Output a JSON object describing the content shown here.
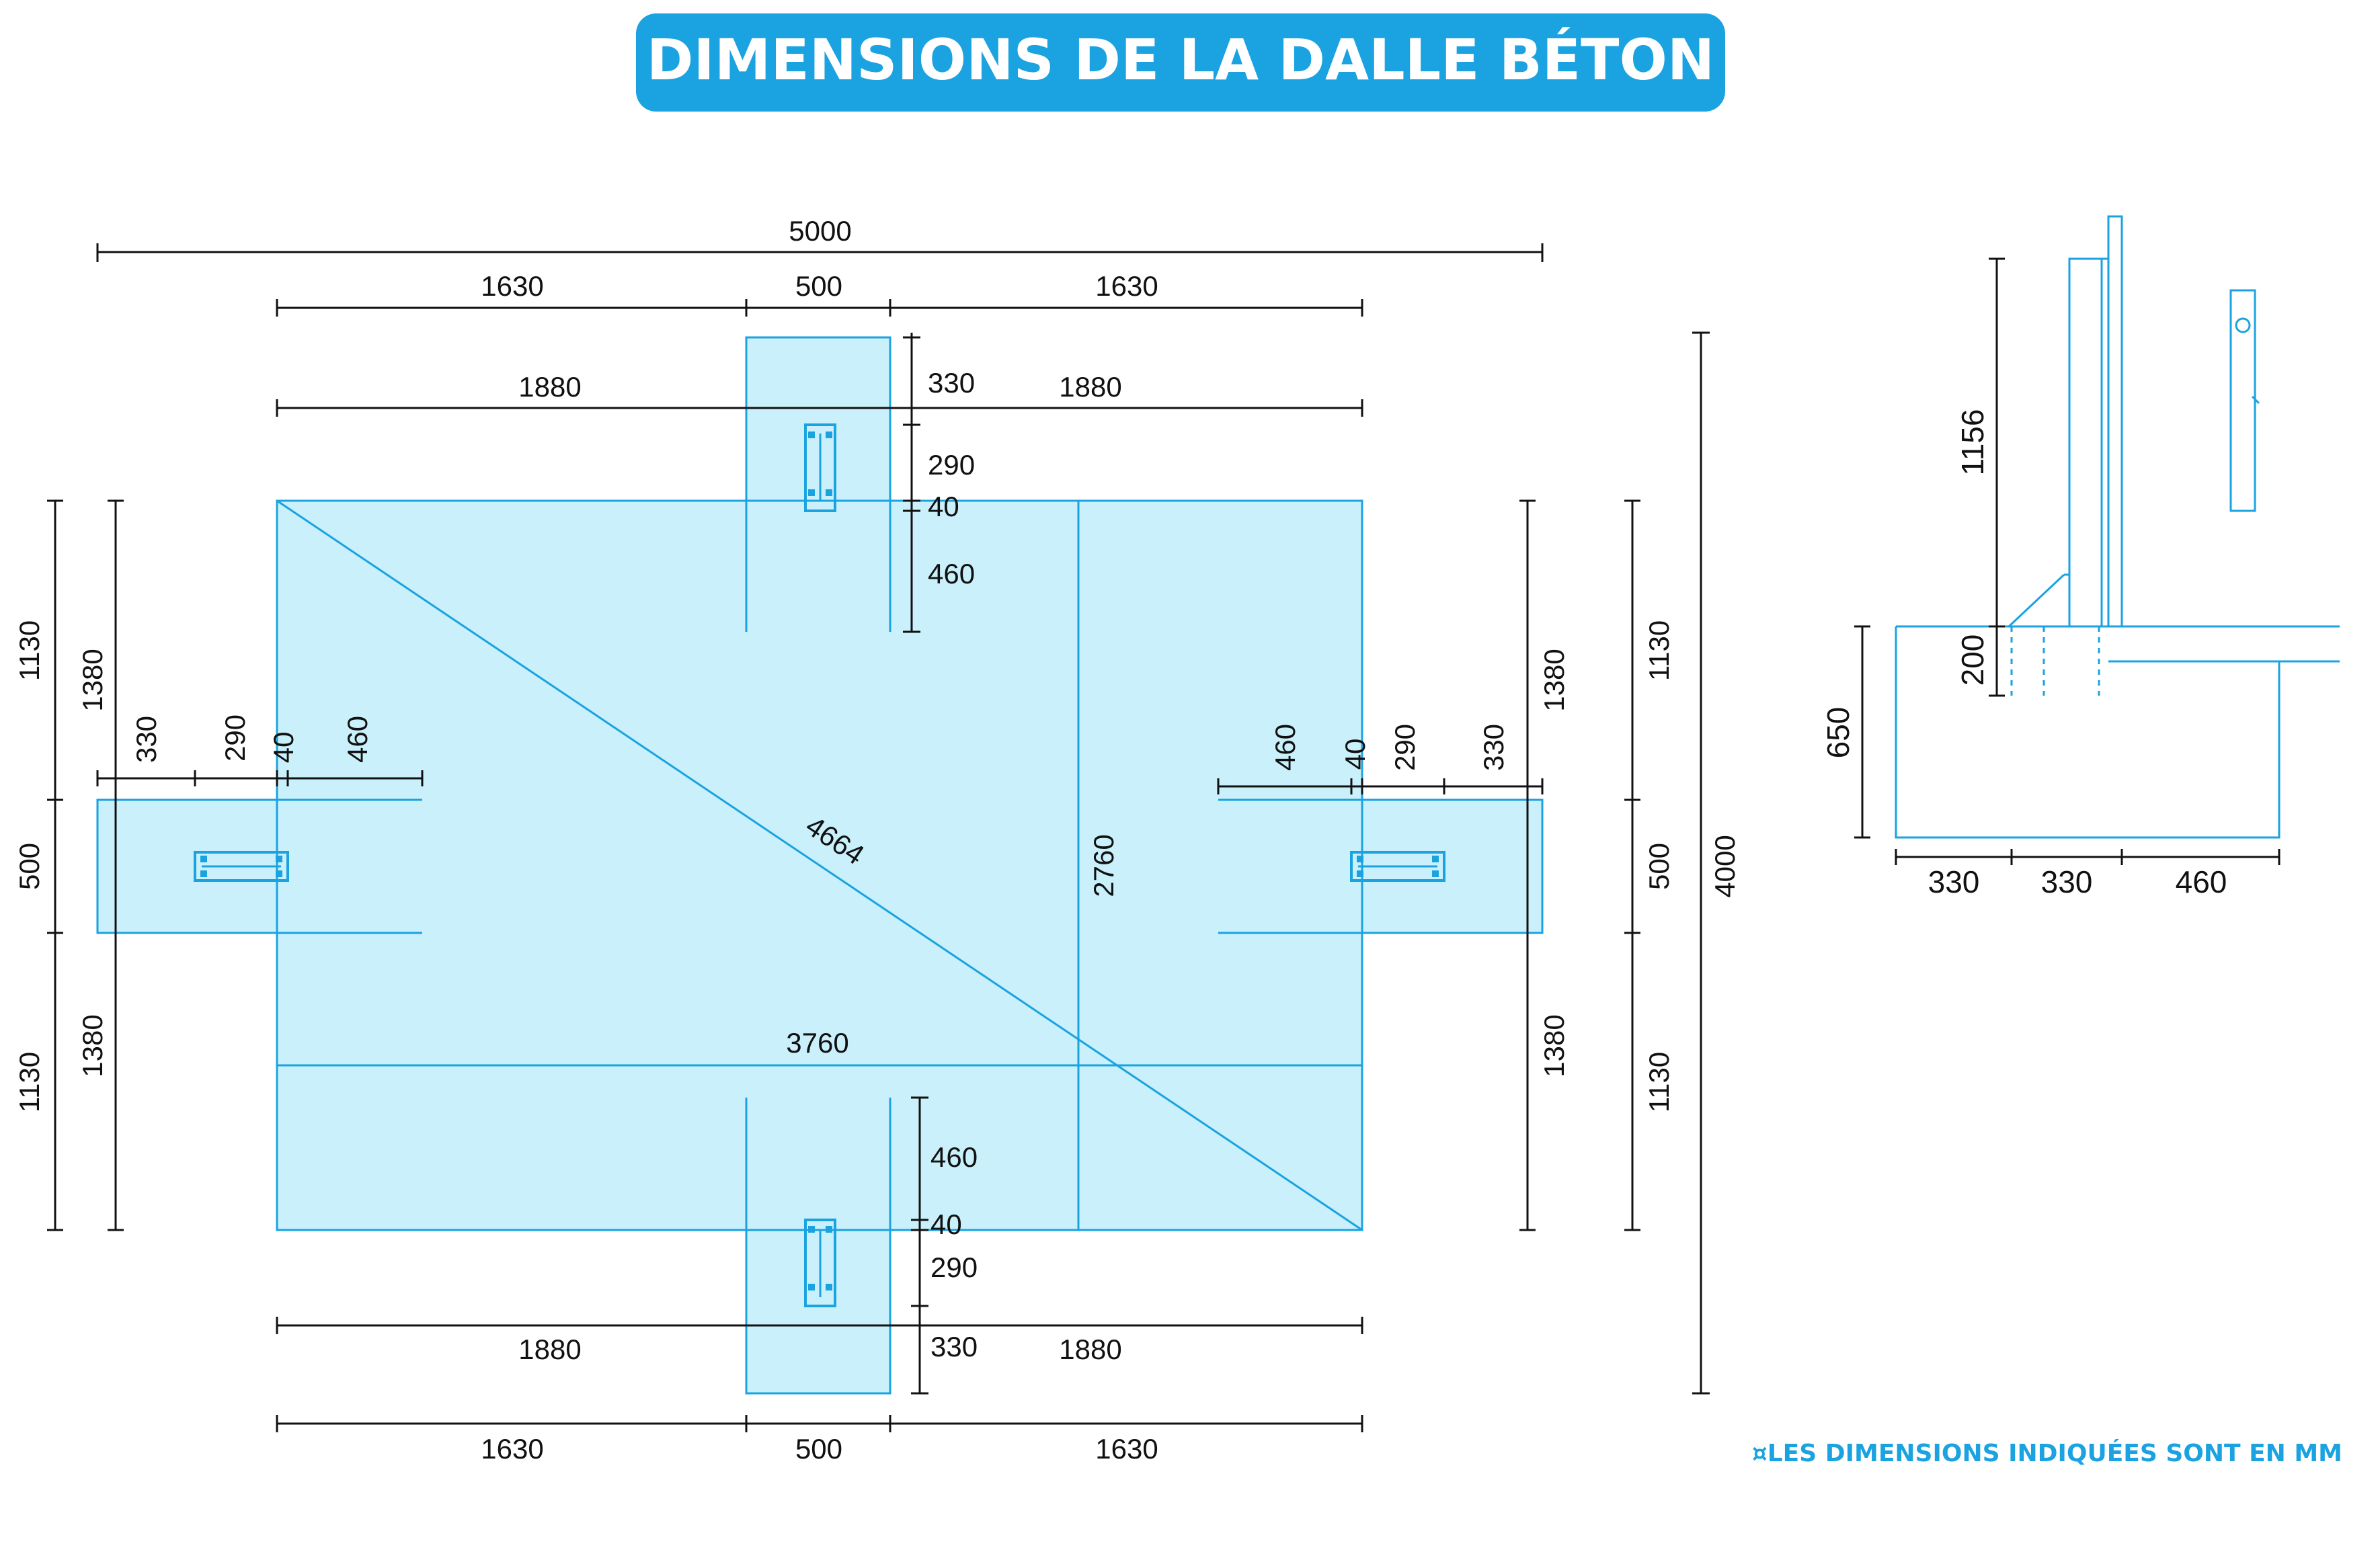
{
  "title": "DIMENSIONS DE LA DALLE BÉTON",
  "note": "¤LES DIMENSIONS INDIQUÉES SONT EN MM",
  "colors": {
    "accent": "#1aa3e0",
    "slab_fill": "#c9f0fb",
    "dimension_line": "#111111"
  },
  "dimensions": {
    "overall_width": "5000",
    "top_row": [
      "1630",
      "500",
      "1630"
    ],
    "top_offsets": [
      "1880",
      "1880"
    ],
    "top_foot": [
      "330",
      "290",
      "40",
      "460"
    ],
    "left_outer": [
      "1130",
      "500",
      "1130"
    ],
    "left_inner": [
      "1380",
      "1380"
    ],
    "left_foot": [
      "330",
      "290",
      "40",
      "460"
    ],
    "right_foot": [
      "460",
      "40",
      "290",
      "330"
    ],
    "right_inner": [
      "1380",
      "1380"
    ],
    "right_outer": [
      "1130",
      "500",
      "1130"
    ],
    "overall_height": "4000",
    "diagonal": "4664",
    "slab_height": "2760",
    "slab_width": "3760",
    "bottom_foot": [
      "460",
      "40",
      "290",
      "330"
    ],
    "bottom_offsets": [
      "1880",
      "1880"
    ],
    "bottom_row": [
      "1630",
      "500",
      "1630"
    ]
  },
  "section": {
    "post_height": "1156",
    "slab_depth": "200",
    "foundation_depth": "650",
    "bottom": [
      "330",
      "330",
      "460"
    ]
  }
}
